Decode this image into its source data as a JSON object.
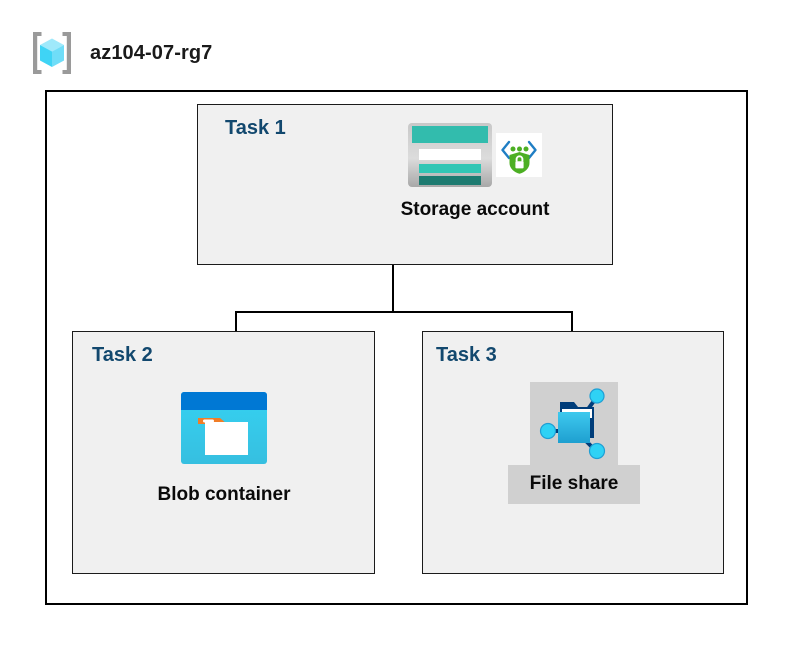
{
  "header": {
    "icon": "resource-group-icon",
    "title": "az104-07-rg7"
  },
  "container": {
    "name": "resource-group-boundary"
  },
  "tasks": [
    {
      "label": "Task 1",
      "node": {
        "caption": "Storage account",
        "icons": [
          "storage-account-icon",
          "secure-endpoint-icon"
        ]
      },
      "highlighted": false
    },
    {
      "label": "Task 2",
      "node": {
        "caption": "Blob container",
        "icons": [
          "blob-container-icon"
        ]
      },
      "highlighted": false
    },
    {
      "label": "Task 3",
      "node": {
        "caption": "File share",
        "icons": [
          "file-share-icon"
        ]
      },
      "highlighted": true
    }
  ],
  "connectors": {
    "description": "storage-account branches to blob-container and file-share"
  },
  "colors": {
    "task_label": "#12486e",
    "caption": "#0a0a0a",
    "task_box_fill": "#f0f0f0",
    "task_box_border": "#1b1b1b",
    "container_border": "#000000",
    "page_background": "#ffffff",
    "selection_highlight": "#d0d0d0",
    "storage_teal": "#32bcad",
    "storage_teal_dark": "#1e7b71",
    "blob_blue": "#0078d4",
    "blob_cyan": "#32d0f0",
    "blob_orange": "#f07d27",
    "fileshare_cyan": "#2fbde8",
    "fileshare_navy": "#003d7a",
    "endpoint_green": "#4caf23",
    "endpoint_blue": "#1f7ec4",
    "rg_icon_cube": "#59e3ff",
    "rg_icon_bracket": "#9a9a9a"
  }
}
